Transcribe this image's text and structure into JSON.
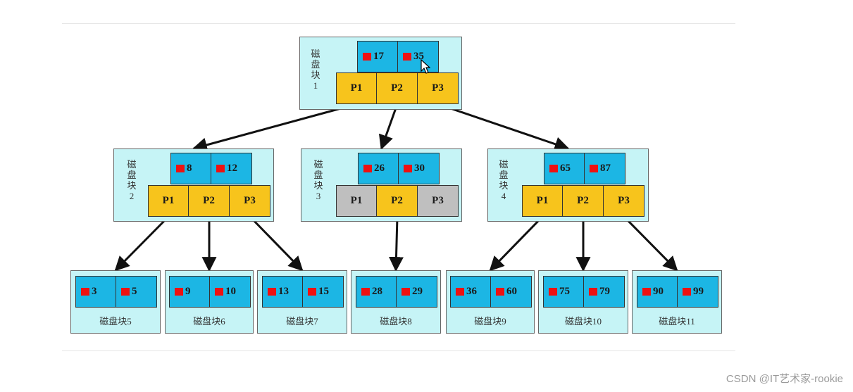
{
  "nodes": {
    "n1": {
      "side_label": [
        "磁",
        "盘",
        "块",
        "1"
      ],
      "keys": [
        "17",
        "35"
      ],
      "pointers": [
        "P1",
        "P2",
        "P3"
      ]
    },
    "n2": {
      "side_label": [
        "磁",
        "盘",
        "块",
        "2"
      ],
      "keys": [
        "8",
        "12"
      ],
      "pointers": [
        "P1",
        "P2",
        "P3"
      ]
    },
    "n3": {
      "side_label": [
        "磁",
        "盘",
        "块",
        "3"
      ],
      "keys": [
        "26",
        "30"
      ],
      "pointers": [
        "P1",
        "P2",
        "P3"
      ],
      "active_pointer": "P2"
    },
    "n4": {
      "side_label": [
        "磁",
        "盘",
        "块",
        "4"
      ],
      "keys": [
        "65",
        "87"
      ],
      "pointers": [
        "P1",
        "P2",
        "P3"
      ]
    },
    "n5": {
      "label": "磁盘块5",
      "keys": [
        "3",
        "5"
      ]
    },
    "n6": {
      "label": "磁盘块6",
      "keys": [
        "9",
        "10"
      ]
    },
    "n7": {
      "label": "磁盘块7",
      "keys": [
        "13",
        "15"
      ]
    },
    "n8": {
      "label": "磁盘块8",
      "keys": [
        "28",
        "29"
      ]
    },
    "n9": {
      "label": "磁盘块9",
      "keys": [
        "36",
        "60"
      ]
    },
    "n10": {
      "label": "磁盘块10",
      "keys": [
        "75",
        "79"
      ]
    },
    "n11": {
      "label": "磁盘块11",
      "keys": [
        "90",
        "99"
      ]
    }
  },
  "edges": [
    [
      "n1",
      "P1",
      "n2"
    ],
    [
      "n1",
      "P2",
      "n3"
    ],
    [
      "n1",
      "P3",
      "n4"
    ],
    [
      "n2",
      "P1",
      "n5"
    ],
    [
      "n2",
      "P2",
      "n6"
    ],
    [
      "n2",
      "P3",
      "n7"
    ],
    [
      "n3",
      "P2",
      "n8"
    ],
    [
      "n4",
      "P1",
      "n9"
    ],
    [
      "n4",
      "P2",
      "n10"
    ],
    [
      "n4",
      "P3",
      "n11"
    ]
  ],
  "colors": {
    "node_bg": "#c6f4f6",
    "key_cell": "#1cb6e4",
    "pointer_active": "#f7c41c",
    "pointer_inactive": "#bfbfbf",
    "marker": "#ee1111",
    "arrow": "#111111"
  },
  "watermark": "CSDN @IT艺术家-rookie"
}
